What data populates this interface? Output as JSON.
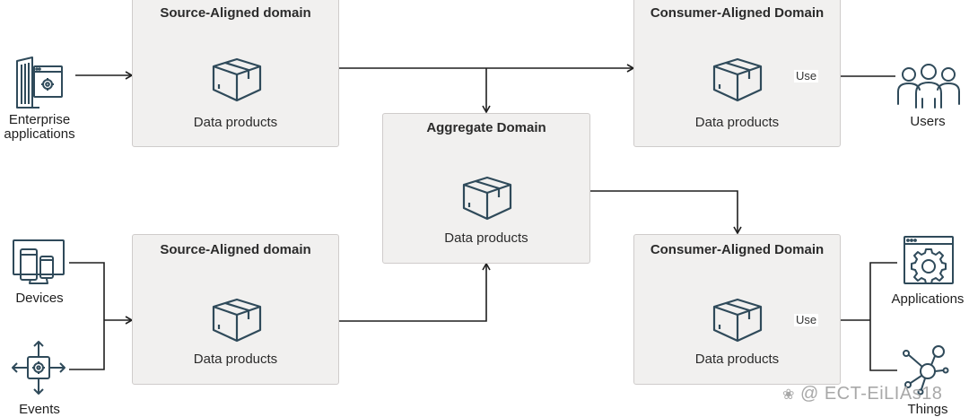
{
  "domains": {
    "source_top": {
      "title": "Source-Aligned domain",
      "label": "Data products"
    },
    "source_bottom": {
      "title": "Source-Aligned domain",
      "label": "Data products"
    },
    "aggregate": {
      "title": "Aggregate Domain",
      "label": "Data products"
    },
    "consumer_top": {
      "title": "Consumer-Aligned Domain",
      "label": "Data products"
    },
    "consumer_bottom": {
      "title": "Consumer-Aligned Domain",
      "label": "Data products"
    }
  },
  "external": {
    "enterprise_line1": "Enterprise",
    "enterprise_line2": "applications",
    "devices": "Devices",
    "events": "Events",
    "users": "Users",
    "applications": "Applications",
    "things": "Things"
  },
  "edges": {
    "use_top": "Use",
    "use_bottom": "Use"
  },
  "watermark": "@ ECT-EiLIAs18",
  "colors": {
    "icon_stroke": "#2f4a5a",
    "box_fill": "#f1f0ef",
    "line": "#1f1f1f"
  }
}
